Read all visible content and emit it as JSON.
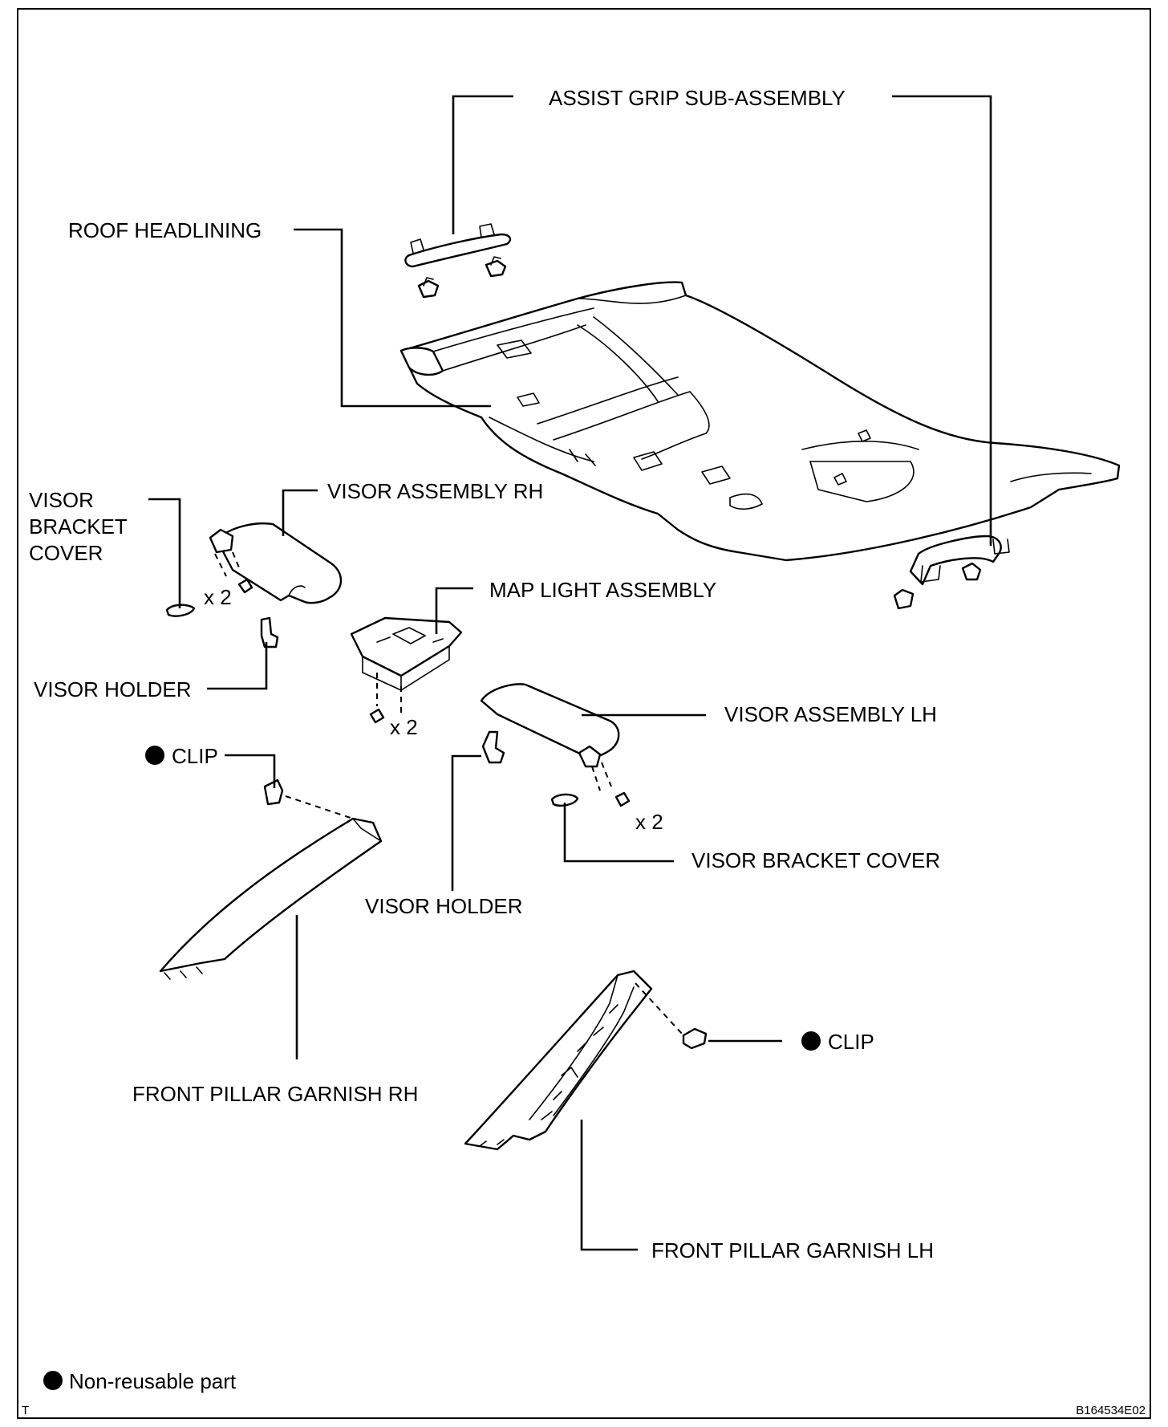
{
  "labels": {
    "assist_grip": "ASSIST GRIP SUB-ASSEMBLY",
    "roof_headlining": "ROOF HEADLINING",
    "visor_bracket_cover_rh_l1": "VISOR",
    "visor_bracket_cover_rh_l2": "BRACKET",
    "visor_bracket_cover_rh_l3": "COVER",
    "visor_assembly_rh": "VISOR ASSEMBLY RH",
    "map_light": "MAP LIGHT ASSEMBLY",
    "visor_holder_rh": "VISOR HOLDER",
    "visor_assembly_lh": "VISOR ASSEMBLY LH",
    "clip_rh": "CLIP",
    "visor_bracket_cover_lh": "VISOR BRACKET COVER",
    "visor_holder_lh": "VISOR HOLDER",
    "clip_lh": "CLIP",
    "front_pillar_rh": "FRONT PILLAR GARNISH RH",
    "front_pillar_lh": "FRONT PILLAR GARNISH LH"
  },
  "quantities": {
    "visor_rh_screws": "x 2",
    "map_light_screws": "x 2",
    "visor_lh_screws": "x 2"
  },
  "legend": {
    "non_reusable": "Non-reusable part"
  },
  "footer": {
    "corner_mark": "T",
    "figure_code": "B164534E02"
  }
}
